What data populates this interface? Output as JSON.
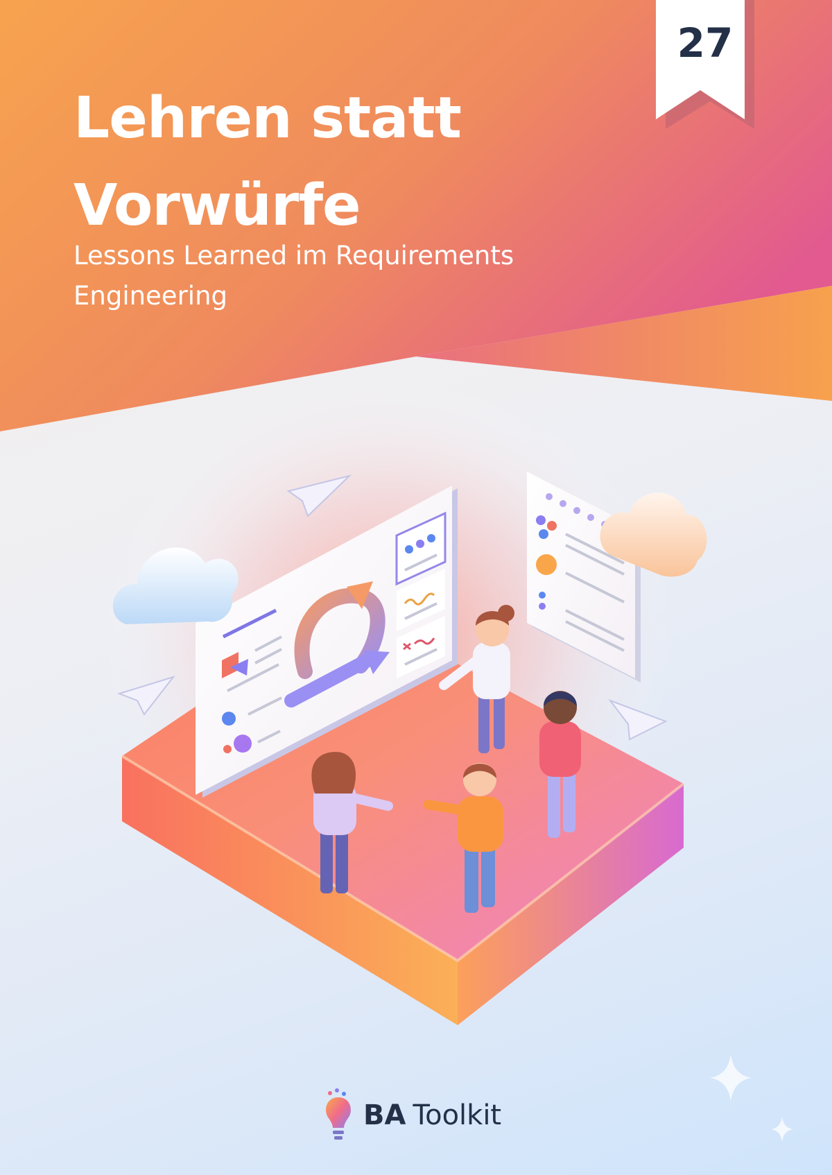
{
  "cover": {
    "title_line1": "Lehren statt",
    "title_line2": "Vorwürfe",
    "subtitle": "Lessons Learned im Requirements Engineering",
    "issue_number": "27"
  },
  "brand": {
    "name_bold": "BA",
    "name_light": "Toolkit"
  },
  "colors": {
    "header_orange": "#f39b4f",
    "header_pink": "#e4618a",
    "text_dark": "#243048",
    "platform_orange": "#fb8a5c",
    "platform_pink": "#ee7ecb"
  },
  "icons": [
    "bookmark-icon",
    "paper-plane-icon",
    "cloud-icon",
    "cycle-arrows-icon",
    "lightbulb-logo-icon",
    "sparkle-icon"
  ]
}
